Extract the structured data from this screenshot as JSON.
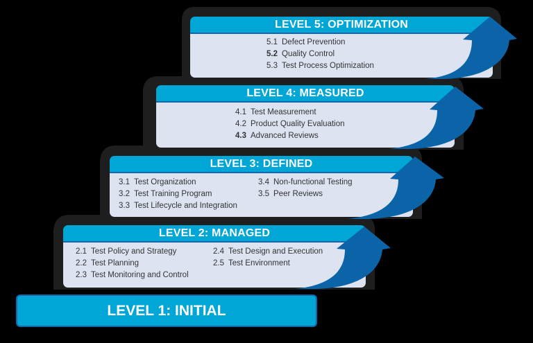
{
  "diagram": {
    "type": "maturity-staircase",
    "colors": {
      "background": "#000000",
      "frame": "#1e1e1e",
      "header": "#00a6d6",
      "header_border": "#1566ab",
      "body": "#dde3f1",
      "arrow": "#0b64a8",
      "text": "#333333"
    },
    "levels": [
      {
        "title": "LEVEL 5: OPTIMIZATION",
        "items": [
          {
            "num": "5.1",
            "label": "Defect Prevention"
          },
          {
            "num": "5.2",
            "label": "Quality Control"
          },
          {
            "num": "5.3",
            "label": "Test Process Optimization"
          }
        ]
      },
      {
        "title": "LEVEL 4: MEASURED",
        "items": [
          {
            "num": "4.1",
            "label": "Test Measurement"
          },
          {
            "num": "4.2",
            "label": "Product Quality Evaluation"
          },
          {
            "num": "4.3",
            "label": "Advanced Reviews"
          }
        ]
      },
      {
        "title": "LEVEL 3: DEFINED",
        "items": [
          {
            "num": "3.1",
            "label": "Test Organization"
          },
          {
            "num": "3.2",
            "label": "Test Training Program"
          },
          {
            "num": "3.3",
            "label": "Test Lifecycle and Integration"
          },
          {
            "num": "3.4",
            "label": "Non-functional Testing"
          },
          {
            "num": "3.5",
            "label": "Peer Reviews"
          }
        ]
      },
      {
        "title": "LEVEL 2: MANAGED",
        "items": [
          {
            "num": "2.1",
            "label": "Test Policy and Strategy"
          },
          {
            "num": "2.2",
            "label": "Test Planning"
          },
          {
            "num": "2.3",
            "label": "Test Monitoring and Control"
          },
          {
            "num": "2.4",
            "label": "Test Design and Execution"
          },
          {
            "num": "2.5",
            "label": "Test Environment"
          }
        ]
      },
      {
        "title": "LEVEL 1: INITIAL",
        "items": []
      }
    ]
  }
}
